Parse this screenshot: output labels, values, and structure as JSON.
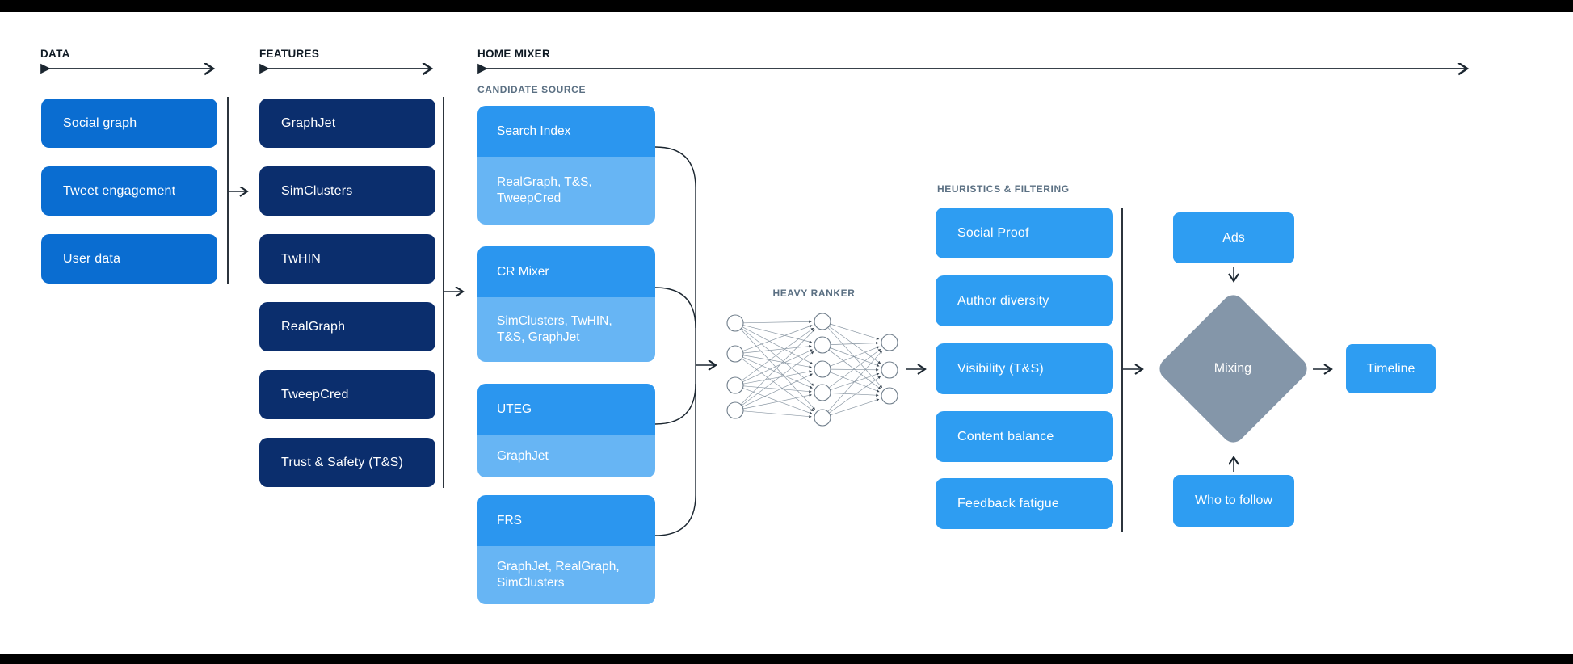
{
  "colors": {
    "data_box": "#0a6dd1",
    "features_box": "#0b2e6d",
    "candidate_top": "#2b96ef",
    "candidate_light": "#67b5f4",
    "heuristics_box": "#2e9df2",
    "diamond": "#8496a9",
    "connector": "#1b2630",
    "frame_bar": "#000000"
  },
  "headers": {
    "data": "DATA",
    "features": "FEATURES",
    "home_mixer": "HOME MIXER"
  },
  "data_column": {
    "items": [
      "Social graph",
      "Tweet engagement",
      "User data"
    ]
  },
  "features_column": {
    "items": [
      "GraphJet",
      "SimClusters",
      "TwHIN",
      "RealGraph",
      "TweepCred",
      "Trust & Safety (T&S)"
    ]
  },
  "candidate_source": {
    "label": "CANDIDATE SOURCE",
    "items": [
      {
        "title": "Search Index",
        "sub": "RealGraph, T&S, TweepCred"
      },
      {
        "title": "CR Mixer",
        "sub": "SimClusters, TwHIN, T&S, GraphJet"
      },
      {
        "title": "UTEG",
        "sub": "GraphJet"
      },
      {
        "title": "FRS",
        "sub": "GraphJet, RealGraph, SimClusters"
      }
    ]
  },
  "heavy_ranker": {
    "label": "HEAVY RANKER"
  },
  "heuristics": {
    "label": "HEURISTICS & FILTERING",
    "items": [
      "Social Proof",
      "Author diversity",
      "Visibility (T&S)",
      "Content balance",
      "Feedback fatigue"
    ]
  },
  "mixing_stage": {
    "ads": "Ads",
    "mixing": "Mixing",
    "who_to_follow": "Who to follow",
    "timeline": "Timeline"
  }
}
